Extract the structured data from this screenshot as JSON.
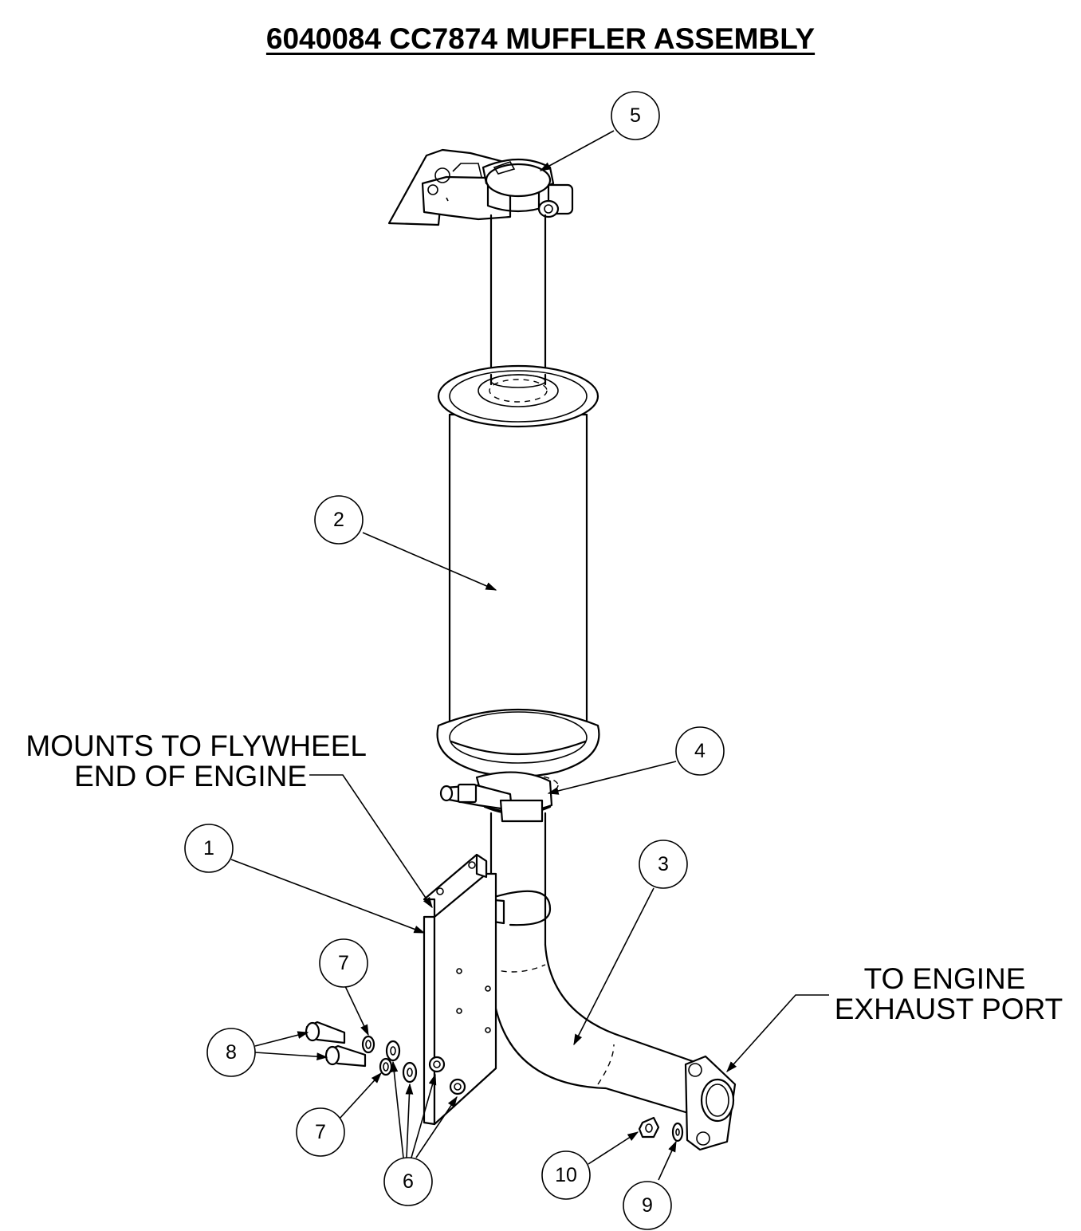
{
  "title": "6040084  CC7874 MUFFLER ASSEMBLY",
  "notes": {
    "flywheel_line1": "MOUNTS TO FLYWHEEL",
    "flywheel_line2": "END OF ENGINE",
    "exhaust_line1": "TO ENGINE",
    "exhaust_line2": "EXHAUST PORT"
  },
  "callouts": {
    "c1": "1",
    "c2": "2",
    "c3": "3",
    "c4": "4",
    "c5": "5",
    "c6": "6",
    "c7a": "7",
    "c7b": "7",
    "c8": "8",
    "c9": "9",
    "c10": "10"
  },
  "parts": [
    "mounting-bracket",
    "muffler",
    "exhaust-elbow-pipe",
    "pipe-clamp",
    "rain-cap",
    "flat-washer",
    "lock-washer",
    "bolt",
    "flange-lock-washer",
    "flange-nut"
  ]
}
